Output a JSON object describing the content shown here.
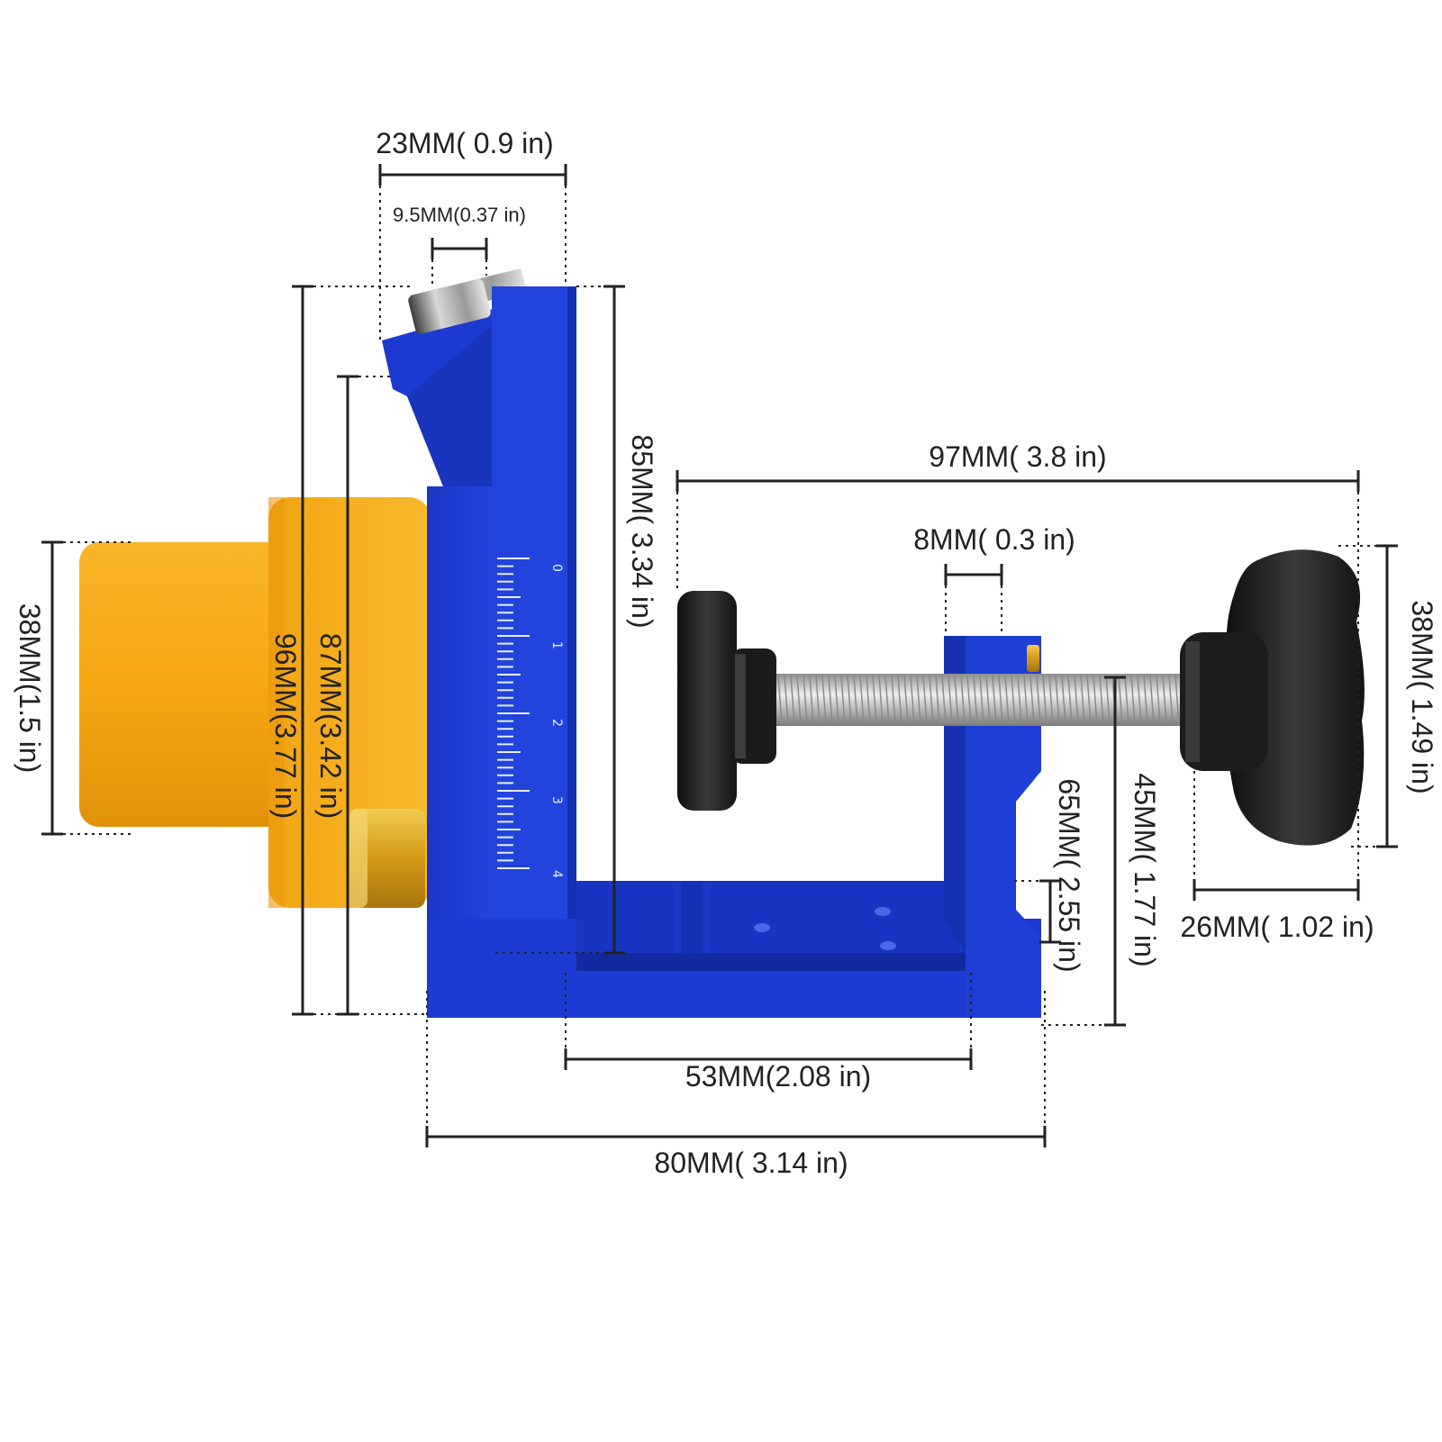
{
  "dimensions": {
    "top_width": "23MM( 0.9 in)",
    "pin_width": "9.5MM(0.37 in)",
    "clamp_span": "97MM( 3.8 in)",
    "jaw_thickness": "8MM( 0.3 in)",
    "knob_height": "38MM( 1.49 in)",
    "knob_width": "26MM( 1.02 in)",
    "bushing_height": "38MM(1.5 in)",
    "overall_height": "96MM(3.77 in)",
    "guide_height": "87MM(3.42 in)",
    "column_height": "85MM( 3.34 in)",
    "jaw_height": "65MM( 2.55 in)",
    "jaw_opening": "45MM( 1.77 in)",
    "throat_width": "53MM(2.08 in)",
    "base_width": "80MM( 3.14 in)"
  },
  "ruler": {
    "labels": [
      "0",
      "1",
      "2",
      "3",
      "4"
    ]
  },
  "colors": {
    "frame_blue": "#1e3fd8",
    "frame_blue_dark": "#1530b0",
    "bushing_orange": "#f6a712",
    "brass": "#d9a41c",
    "knob_black": "#1f1f1f",
    "rod_silver": "#c9c9c9"
  }
}
